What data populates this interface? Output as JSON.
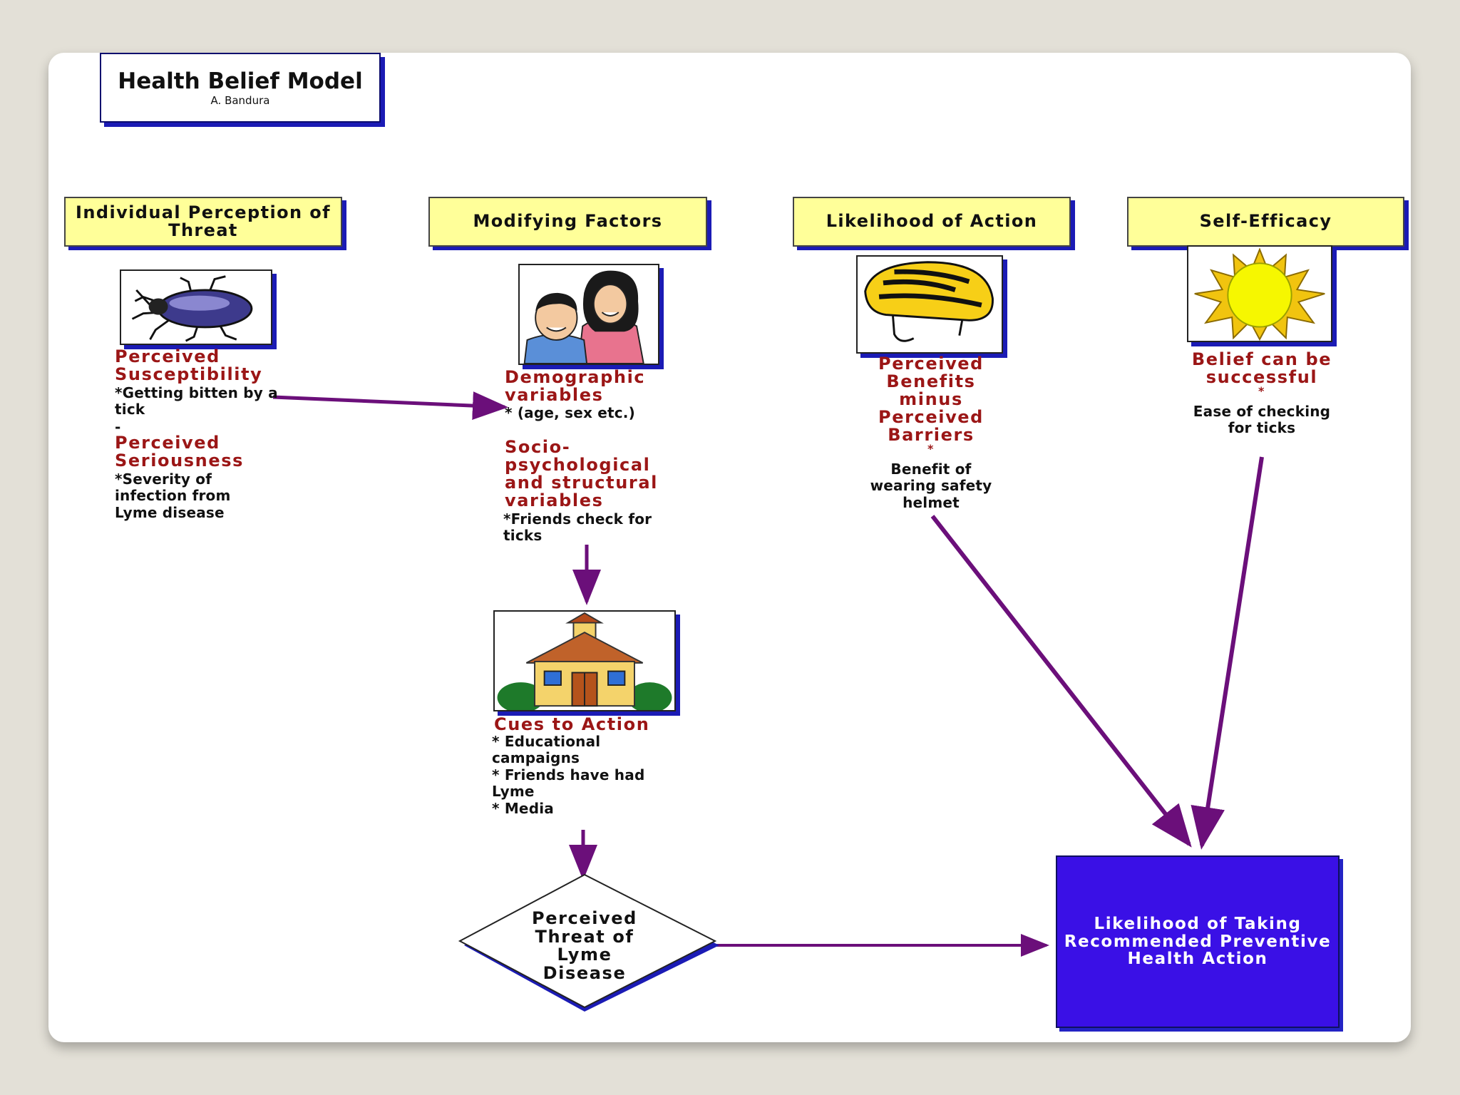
{
  "title": {
    "main": "Health Belief Model",
    "author": "A. Bandura"
  },
  "headers": {
    "perception": "Individual Perception of Threat",
    "modifying": "Modifying Factors",
    "likelihood": "Likelihood of Action",
    "efficacy": "Self-Efficacy"
  },
  "perception": {
    "susceptibility_title": "Perceived Susceptibility",
    "susceptibility_text": "*Getting bitten by a tick",
    "divider": "-",
    "seriousness_title": "Perceived Seriousness",
    "seriousness_text": "*Severity of infection from Lyme disease"
  },
  "modifying": {
    "demographic_title": "Demographic variables",
    "demographic_text": "* (age, sex etc.)",
    "socio_title": "Socio-psychological and structural variables",
    "socio_text": "*Friends check for ticks"
  },
  "cues": {
    "title": "Cues to Action",
    "item1": "* Educational campaigns",
    "item2": "* Friends have had Lyme",
    "item3": "*  Media"
  },
  "likelihood": {
    "line1": "Perceived Benefits",
    "line2": "minus",
    "line3": "Perceived Barriers",
    "star": "*",
    "text": "Benefit of wearing safety helmet"
  },
  "efficacy": {
    "title": "Belief can be successful",
    "star": "*",
    "text": "Ease of checking for ticks"
  },
  "threat": "Perceived Threat of Lyme Disease",
  "outcome": "Likelihood of Taking Recommended Preventive Health Action",
  "icons": [
    "tick-beetle-icon",
    "family-icon",
    "helmet-icon",
    "sun-icon",
    "schoolhouse-icon"
  ],
  "colors": {
    "header_fill": "#ffff99",
    "accent_red": "#9b1616",
    "arrow": "#6b0f7a",
    "outcome_fill": "#3a10e6"
  }
}
